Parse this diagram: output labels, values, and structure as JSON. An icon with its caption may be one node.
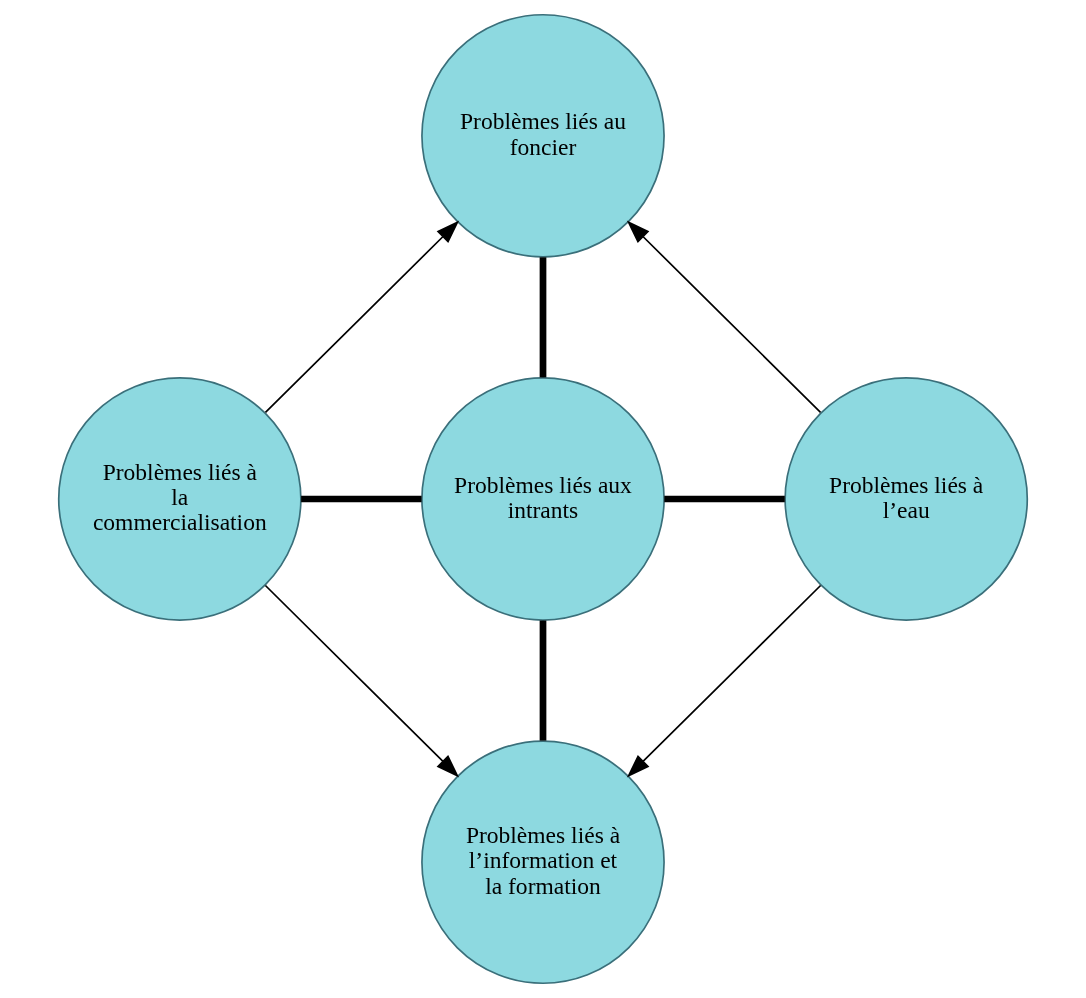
{
  "diagram": {
    "nodes": [
      {
        "text": [
          "Problèmes liés au foncier"
        ]
      },
      {
        "text": [
          "Problèmes liés à la commercialisation"
        ]
      },
      {
        "text": [
          "Problèmes liés aux intrants"
        ]
      },
      {
        "text": [
          "Problèmes liés à l’eau"
        ]
      },
      {
        "text": [
          "Problèmes liés à l’information et la formation"
        ]
      }
    ],
    "edges": [
      {
        "from": 0,
        "to": 2,
        "arrow": "none",
        "style": "thick"
      },
      {
        "from": 1,
        "to": 2,
        "arrow": "none",
        "style": "thick"
      },
      {
        "from": 2,
        "to": 3,
        "arrow": "none",
        "style": "thick"
      },
      {
        "from": 2,
        "to": 4,
        "arrow": "none",
        "style": "thick"
      },
      {
        "from": 1,
        "to": 0,
        "arrow": "to"
      },
      {
        "from": 3,
        "to": 0,
        "arrow": "to"
      },
      {
        "from": 1,
        "to": 4,
        "arrow": "to"
      },
      {
        "from": 3,
        "to": 4,
        "arrow": "to"
      }
    ]
  }
}
